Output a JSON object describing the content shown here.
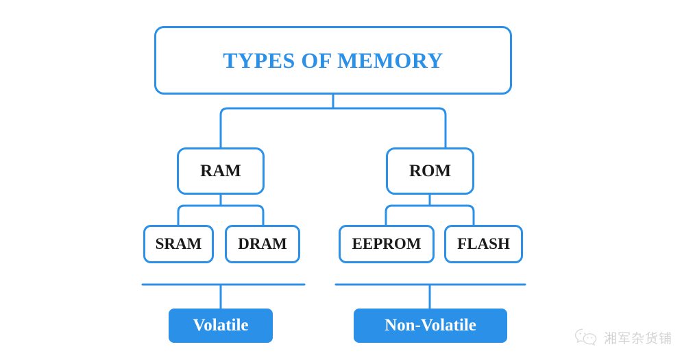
{
  "diagram": {
    "title": "TYPES OF MEMORY",
    "accent_color": "#2b90e8",
    "text_color": "#1a1a1a",
    "pill_text_color": "#ffffff",
    "background": "#ffffff",
    "level2": [
      {
        "label": "RAM"
      },
      {
        "label": "ROM"
      }
    ],
    "level3": [
      {
        "label": "SRAM"
      },
      {
        "label": "DRAM"
      },
      {
        "label": "EEPROM"
      },
      {
        "label": "FLASH"
      }
    ],
    "categories": [
      {
        "label": "Volatile"
      },
      {
        "label": "Non-Volatile"
      }
    ]
  },
  "watermark": {
    "text": "湘军杂货铺",
    "icon": "wechat-icon",
    "color": "#a9a9a9"
  }
}
